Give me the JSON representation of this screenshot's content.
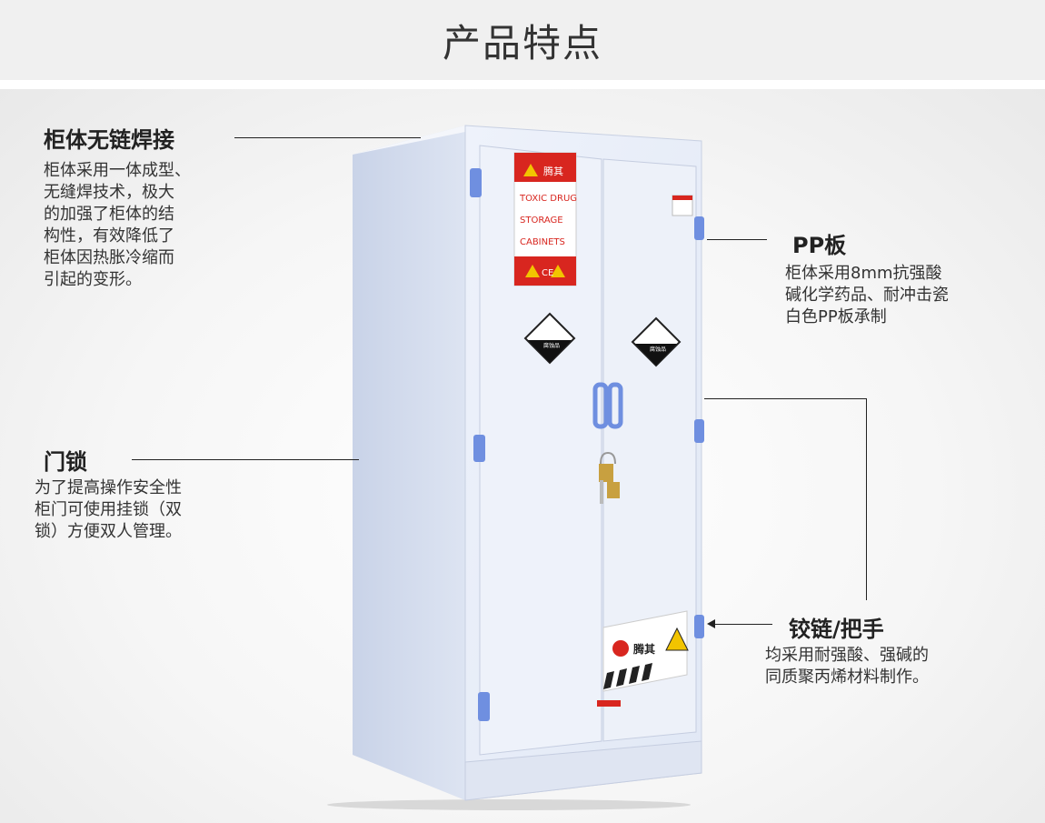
{
  "header": {
    "title": "产品特点"
  },
  "features": {
    "weld": {
      "title": "柜体无链焊接",
      "lines": [
        "柜体采用一体成型、",
        "无缝焊技术，极大",
        "的加强了柜体的结",
        "构性，有效降低了",
        "柜体因热胀冷缩而",
        "引起的变形。"
      ]
    },
    "lock": {
      "title": "门锁",
      "lines": [
        "为了提高操作安全性",
        "柜门可使用挂锁（双",
        "锁）方便双人管理。"
      ]
    },
    "pp": {
      "title": "PP板",
      "lines": [
        "柜体采用8mm抗强酸",
        "碱化学药品、耐冲击瓷",
        "白色PP板承制"
      ]
    },
    "hinge": {
      "title": "铰链/把手",
      "lines": [
        "均采用耐强酸、强碱的",
        "同质聚丙烯材料制作。"
      ]
    }
  },
  "cabinet": {
    "sign_lines": [
      "TOXIC DRUG",
      "STORAGE",
      "CABINETS"
    ],
    "brand": "腾其",
    "ce_mark": "CE",
    "hazard_label": "腐蚀品",
    "colors": {
      "body": "#e3e9f5",
      "hinge": "#6f8fe0",
      "warning_red": "#d8261f",
      "hazard_yellow": "#f2c400"
    }
  }
}
